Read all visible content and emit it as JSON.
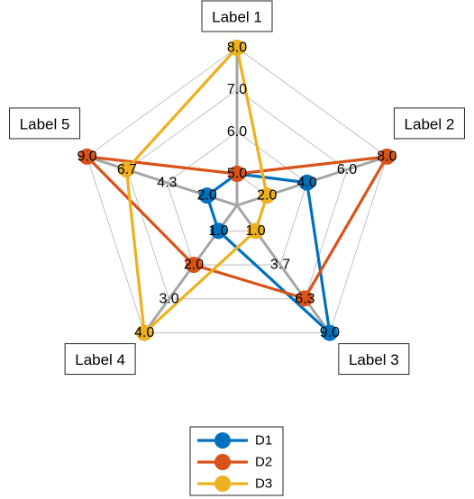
{
  "chart_data": {
    "type": "radar",
    "axes": [
      {
        "label": "Label 1",
        "min": 5.0,
        "max": 8.0,
        "ticks": [
          "5.0",
          "6.0",
          "7.0",
          "8.0"
        ]
      },
      {
        "label": "Label 2",
        "min": 2.0,
        "max": 8.0,
        "ticks": [
          "2.0",
          "4.0",
          "6.0",
          "8.0"
        ]
      },
      {
        "label": "Label 3",
        "min": 1.0,
        "max": 9.0,
        "ticks": [
          "1.0",
          "3.7",
          "6.3",
          "9.0"
        ]
      },
      {
        "label": "Label 4",
        "min": 1.0,
        "max": 4.0,
        "ticks": [
          "1.0",
          "2.0",
          "3.0",
          "4.0"
        ]
      },
      {
        "label": "Label 5",
        "min": 2.0,
        "max": 9.0,
        "ticks": [
          "2.0",
          "4.3",
          "6.7",
          "9.0"
        ]
      }
    ],
    "series": [
      {
        "name": "D1",
        "values": [
          5.0,
          4.0,
          9.0,
          1.0,
          2.0
        ],
        "color": "#0072BD"
      },
      {
        "name": "D2",
        "values": [
          5.0,
          8.0,
          6.3,
          2.0,
          9.0
        ],
        "color": "#D95319"
      },
      {
        "name": "D3",
        "values": [
          8.0,
          2.0,
          1.0,
          4.0,
          6.7
        ],
        "color": "#EDB120"
      }
    ],
    "grid_color": "#b3b3b3",
    "axis_line_color": "#a6a6a6",
    "legend_position": "bottom"
  }
}
